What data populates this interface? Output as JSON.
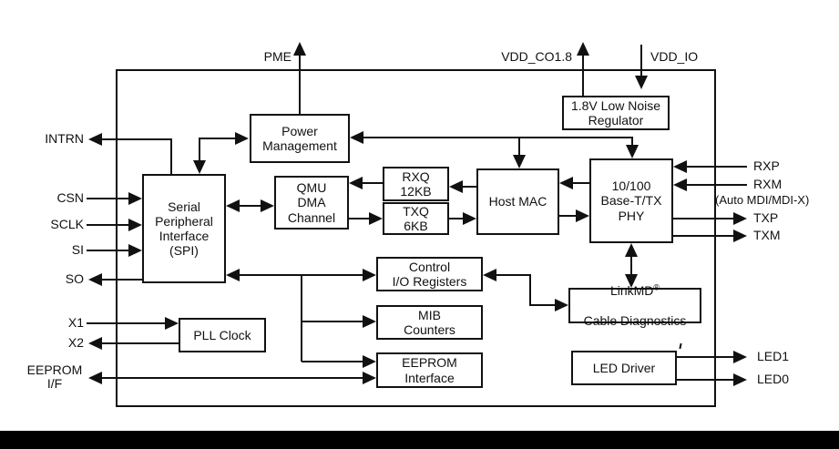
{
  "diagram": {
    "blocks": {
      "power_management": {
        "label": "Power\nManagement"
      },
      "regulator_1v8": {
        "label": "1.8V Low Noise\nRegulator"
      },
      "spi": {
        "label": "Serial\nPeripheral\nInterface\n(SPI)"
      },
      "qmu_dma": {
        "label": "QMU\nDMA\nChannel"
      },
      "rxq": {
        "label": "RXQ\n12KB"
      },
      "txq": {
        "label": "TXQ\n6KB"
      },
      "host_mac": {
        "label": "Host MAC"
      },
      "phy": {
        "label": "10/100\nBase-T/TX\nPHY"
      },
      "control_io_registers": {
        "label": "Control\nI/O Registers"
      },
      "mib_counters": {
        "label": "MIB\nCounters"
      },
      "eeprom_interface": {
        "label": "EEPROM\nInterface"
      },
      "pll_clock": {
        "label": "PLL Clock"
      },
      "linkmd": {
        "name": "LinkMD",
        "reg_mark": "®",
        "subtitle": "Cable Diagnostics"
      },
      "led_driver": {
        "label": "LED Driver"
      }
    },
    "pins": {
      "pme": "PME",
      "vdd_co18": "VDD_CO1.8",
      "vdd_io": "VDD_IO",
      "intrn": "INTRN",
      "csn": "CSN",
      "sclk": "SCLK",
      "si": "SI",
      "so": "SO",
      "x1": "X1",
      "x2": "X2",
      "eeprom_if": "EEPROM\nI/F",
      "rxp": "RXP",
      "rxm": "RXM",
      "auto_mdi_note": "(Auto MDI/MDI-X)",
      "txp": "TXP",
      "txm": "TXM",
      "led1": "LED1",
      "led0": "LED0"
    },
    "colors": {
      "ink": "#111111",
      "background": "#ffffff",
      "bottom_bar": "#000000"
    }
  }
}
